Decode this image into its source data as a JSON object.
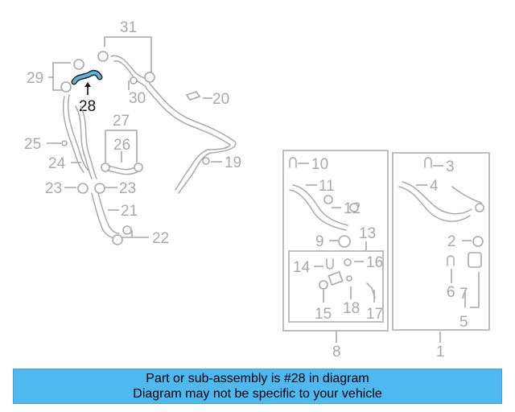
{
  "diagram": {
    "callouts": [
      "31",
      "29",
      "30",
      "28",
      "20",
      "27",
      "26",
      "25",
      "24",
      "19",
      "23",
      "23",
      "21",
      "22",
      "10",
      "11",
      "12",
      "13",
      "9",
      "14",
      "16",
      "15",
      "18",
      "17",
      "8",
      "3",
      "4",
      "2",
      "6",
      "7",
      "5",
      "1"
    ],
    "highlighted_callout": "28"
  },
  "colors": {
    "banner_background": "#4fb8ef",
    "highlighted_part": "#58b6e6",
    "part_lines": "#a9a9a9"
  },
  "banner": {
    "line1": "Part or sub-assembly is #28 in diagram",
    "line2": "Diagram may not be specific to your vehicle"
  }
}
